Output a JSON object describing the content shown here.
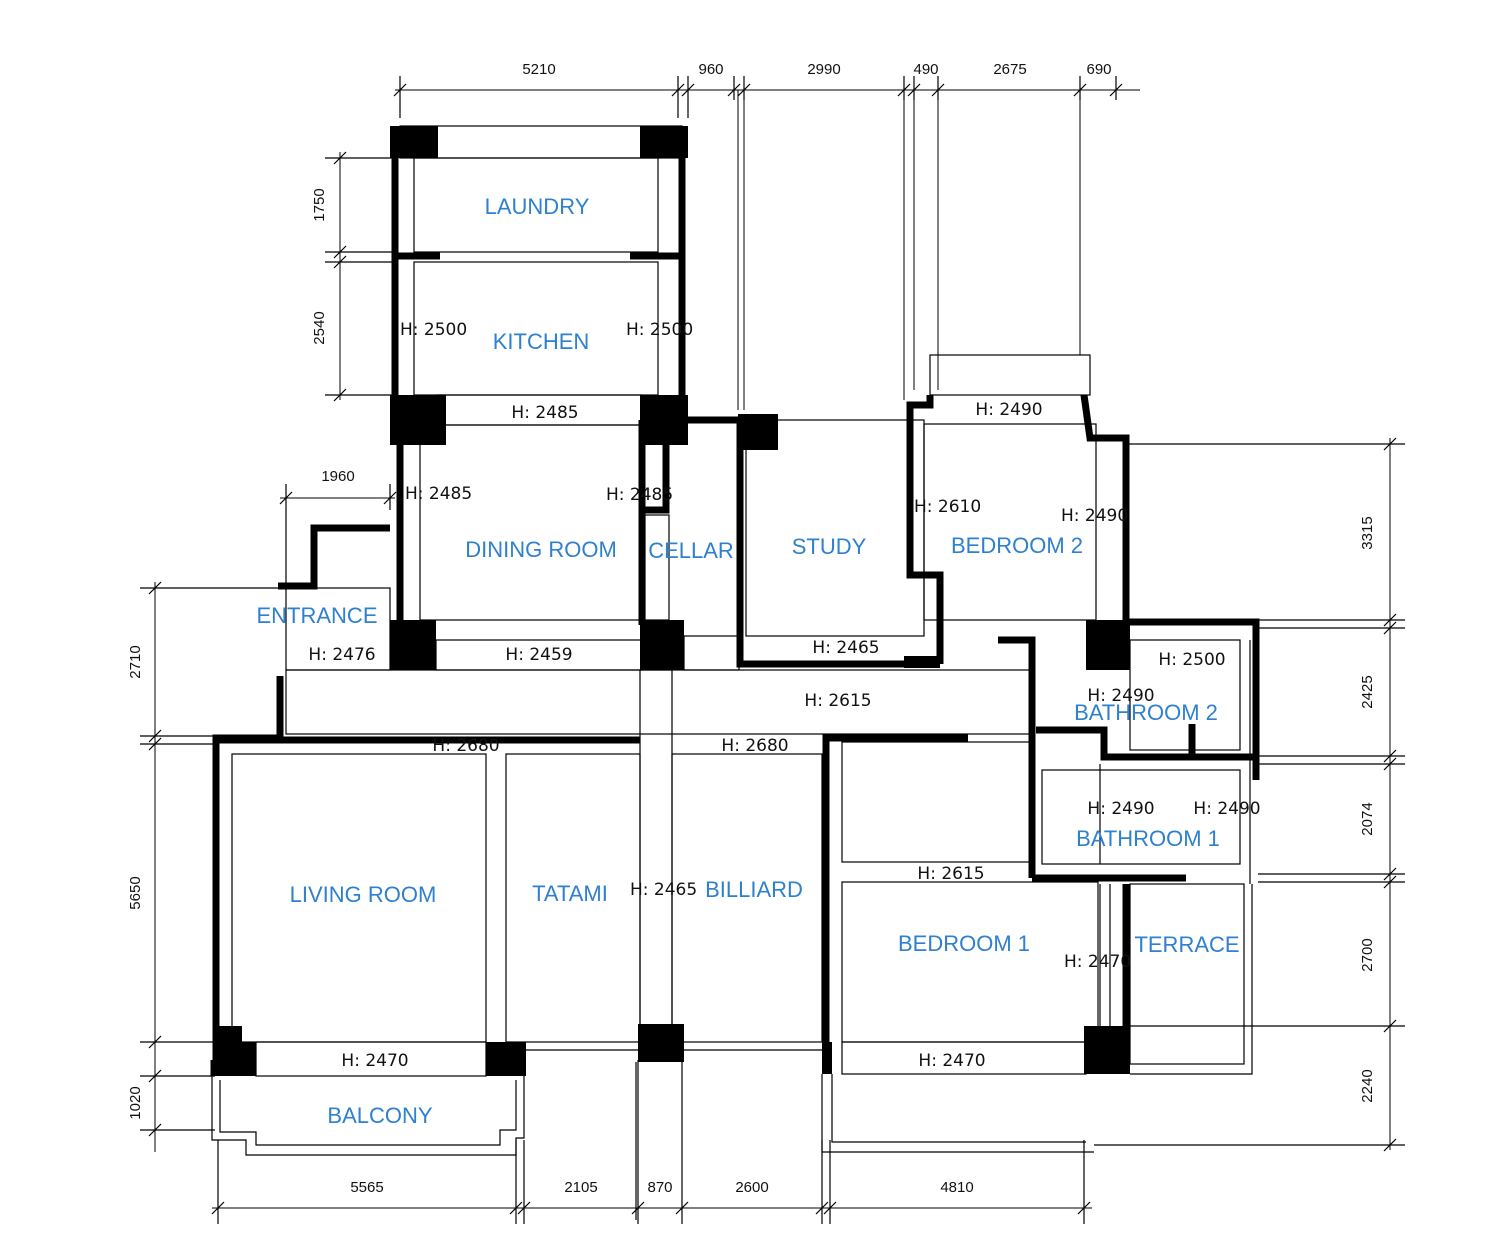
{
  "rooms": {
    "laundry": "LAUNDRY",
    "kitchen": "KITCHEN",
    "dining": "DINING ROOM",
    "cellar": "CELLAR",
    "study": "STUDY",
    "bedroom2": "BEDROOM 2",
    "entrance": "ENTRANCE",
    "bathroom2": "BATHROOM 2",
    "bathroom1": "BATHROOM 1",
    "living": "LIVING ROOM",
    "tatami": "TATAMI",
    "billiard": "BILLIARD",
    "bedroom1": "BEDROOM 1",
    "terrace": "TERRACE",
    "balcony": "BALCONY"
  },
  "heights": {
    "kitchen_left": "H: 2500",
    "kitchen_right": "H: 2500",
    "kitchen_bottom": "H: 2485",
    "dining_left": "H: 2485",
    "dining_right": "H: 2485",
    "bedroom2_top": "H: 2490",
    "bedroom2_left": "H: 2610",
    "bedroom2_right": "H: 2490",
    "entrance_bottom": "H: 2476",
    "dining_bottom": "H: 2459",
    "study_bottom": "H: 2465",
    "bath2_top": "H: 2500",
    "bath2_inner": "H: 2490",
    "corridor": "H: 2615",
    "living_top": "H: 2680",
    "billiard_top": "H: 2680",
    "bath1_left": "H: 2490",
    "bath1_right": "H: 2490",
    "bedroom1_top": "H: 2615",
    "billiard_left": "H: 2465",
    "bedroom1_right": "H: 2470",
    "living_bottom": "H: 2470",
    "bedroom1_bottom": "H: 2470"
  },
  "dims": {
    "top": [
      "5210",
      "960",
      "2990",
      "490",
      "2675",
      "690"
    ],
    "bottom": [
      "5565",
      "2105",
      "870",
      "2600",
      "4810"
    ],
    "left_upper": [
      "1750",
      "2540"
    ],
    "entrance_w": "1960",
    "left": [
      "2710",
      "5650",
      "1020"
    ],
    "right": [
      "3315",
      "2425",
      "2074",
      "2700",
      "2240"
    ]
  }
}
